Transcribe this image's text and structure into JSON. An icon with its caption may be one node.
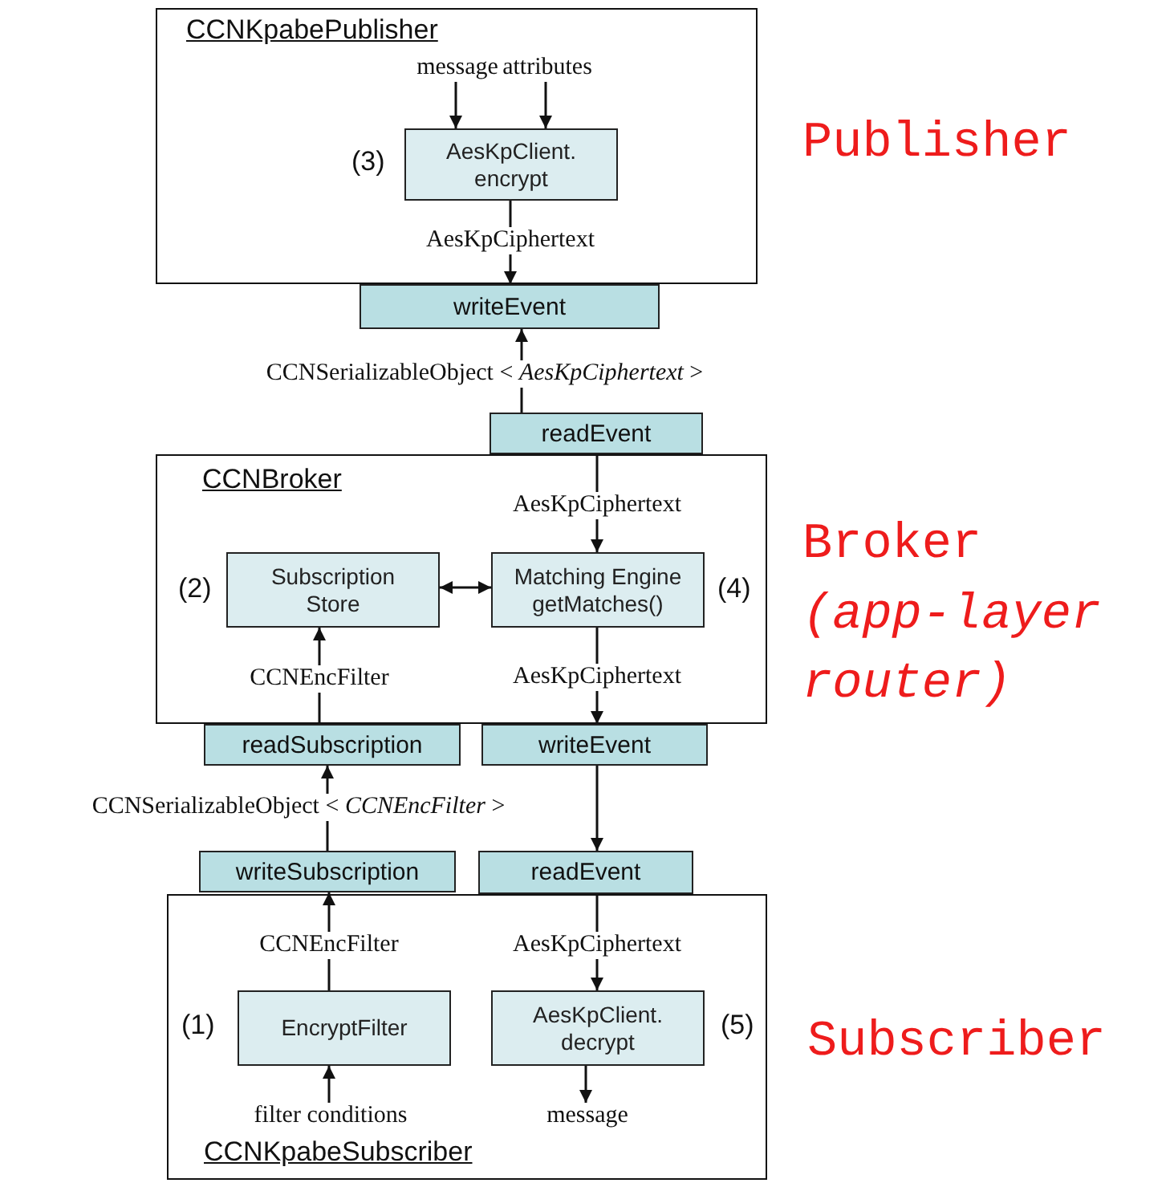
{
  "diagram": {
    "nodes": [
      {
        "text": [
          "CCNKpabePublisher"
        ]
      },
      {
        "text": [
          "message"
        ],
        "in": 0
      },
      {
        "text": [
          "attributes"
        ],
        "in": 0
      },
      {
        "text": [
          "AesKpClient. encrypt"
        ],
        "in": 0,
        "beside": [
          "(3)"
        ]
      },
      {
        "text": [
          "writeEvent"
        ]
      },
      {
        "text": [
          "readEvent"
        ]
      },
      {
        "text": [
          "CCNBroker"
        ]
      },
      {
        "text": [
          "Subscription Store"
        ],
        "in": 6,
        "beside": [
          "(2)"
        ]
      },
      {
        "text": [
          "Matching Engine getMatches()"
        ],
        "in": 6,
        "beside": [
          "(4)"
        ]
      },
      {
        "text": [
          "readSubscription"
        ]
      },
      {
        "text": [
          "writeEvent"
        ]
      },
      {
        "text": [
          "writeSubscription"
        ]
      },
      {
        "text": [
          "readEvent"
        ]
      },
      {
        "text": [
          "CCNKpabeSubscriber"
        ]
      },
      {
        "text": [
          "EncryptFilter"
        ],
        "in": 13,
        "beside": [
          "(1)"
        ]
      },
      {
        "text": [
          "AesKpClient. decrypt"
        ],
        "in": 13,
        "beside": [
          "(5)"
        ]
      },
      {
        "text": [
          "filter conditions"
        ],
        "in": 13
      },
      {
        "text": [
          "message"
        ],
        "in": 13
      }
    ],
    "edges": [
      {
        "from": 1,
        "to": 3,
        "arrow": "to"
      },
      {
        "from": 2,
        "to": 3,
        "arrow": "to"
      },
      {
        "from": 3,
        "to": 4,
        "arrow": "to",
        "label": "AesKpCiphertext"
      },
      {
        "from": 5,
        "to": 4,
        "arrow": "to",
        "label": "CCNSerializableObject < *AesKpCiphertext* >"
      },
      {
        "from": 5,
        "to": 8,
        "arrow": "to",
        "label": "AesKpCiphertext"
      },
      {
        "from": 7,
        "to": 8,
        "arrow": "both"
      },
      {
        "from": 9,
        "to": 7,
        "arrow": "to",
        "label": "CCNEncFilter"
      },
      {
        "from": 8,
        "to": 10,
        "arrow": "to",
        "label": "AesKpCiphertext"
      },
      {
        "from": 11,
        "to": 9,
        "arrow": "to",
        "label": "CCNSerializableObject < *CCNEncFilter* >"
      },
      {
        "from": 10,
        "to": 12,
        "arrow": "to"
      },
      {
        "from": 12,
        "to": 15,
        "arrow": "to",
        "label": "AesKpCiphertext"
      },
      {
        "from": 14,
        "to": 11,
        "arrow": "to",
        "label": "CCNEncFilter"
      },
      {
        "from": 16,
        "to": 14,
        "arrow": "to"
      },
      {
        "from": 15,
        "to": 17,
        "arrow": "to"
      }
    ],
    "labels": [
      "Publisher",
      "Broker",
      "(app-layer router)",
      "Subscriber"
    ]
  }
}
